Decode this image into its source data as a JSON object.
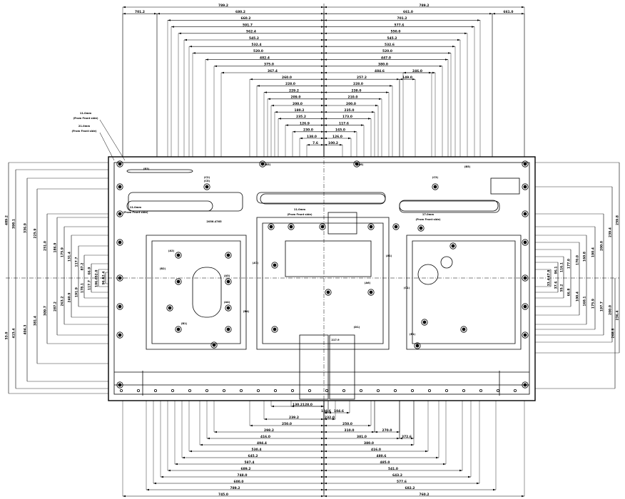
{
  "top_dims": [
    "789.2",
    "789.2",
    "701.2",
    "680.2",
    "661.0",
    "661.0",
    "660.2",
    "701.2",
    "591.7",
    "577.6",
    "562.4",
    "550.0",
    "545.2",
    "545.2",
    "532.4",
    "532.6",
    "520.0",
    "520.0",
    "482.4",
    "447.0",
    "375.0",
    "380.0",
    "367.4",
    "484.6",
    "246.0",
    "260.0",
    "257.2",
    "149.0",
    "228.0",
    "228.0",
    "229.2",
    "238.0",
    "209.0",
    "210.0",
    "200.0",
    "200.0",
    "180.2",
    "235.0",
    "235.2",
    "173.0",
    "126.9",
    "117.6",
    "230.0",
    "165.0",
    "138.0",
    "126.0",
    "7.6",
    "100.2",
    "165.0"
  ],
  "bottom_dims": [
    "130.2",
    "128.0",
    "104.6",
    "104.6",
    "239.2",
    "232.0",
    "250.0",
    "250.0",
    "298.2",
    "310.0",
    "270.0",
    "416.0",
    "381.0",
    "372.6",
    "494.4",
    "380.0",
    "530.4",
    "416.0",
    "645.2",
    "480.6",
    "587.4",
    "485.0",
    "689.2",
    "541.0",
    "748.0",
    "643.2",
    "600.0",
    "577.6",
    "789.2",
    "682.2",
    "745.0",
    "760.2"
  ],
  "left_dims": [
    "489.2",
    "398.1",
    "336.9",
    "225.9",
    "251.0",
    "186.9",
    "175.9",
    "131.4",
    "117.7",
    "87.2",
    "66.9",
    "52.0",
    "12.4",
    "53.0",
    "415.4",
    "404.3",
    "381.4",
    "309.7",
    "287.2",
    "263.2",
    "240.9",
    "191.9",
    "178.1",
    "117.7",
    "106.6",
    "96.6",
    "101.2"
  ],
  "right_dims": [
    "259.8",
    "239.4",
    "200.0",
    "190.4",
    "160.8",
    "170.0",
    "177.0",
    "116.1",
    "96.1",
    "47.8",
    "33.4",
    "37.6",
    "55.2",
    "66.8",
    "100.4",
    "160.1",
    "175.9",
    "197.7",
    "200.0",
    "236.4",
    "268.8"
  ],
  "notes": [
    "11.0mm",
    "(From Front side)",
    "21.0mm",
    "(From Front side)",
    "11.0mm",
    "(From Front side)",
    "11.0mm",
    "(From Front side)",
    "17.0mm",
    "(From Front side)",
    "2056.4765",
    "217.9"
  ],
  "callouts": [
    "(B1)",
    "(B3)",
    "(C5)",
    "(B3)",
    "(B6)",
    "(B5)",
    "(A2)",
    "(A1)",
    "(B2)",
    "(C1)",
    "(A3)",
    "(A4)",
    "(A6)",
    "(A7)",
    "(B4)",
    "(C2)",
    "(C3)",
    "(D1)",
    "(E1)"
  ]
}
